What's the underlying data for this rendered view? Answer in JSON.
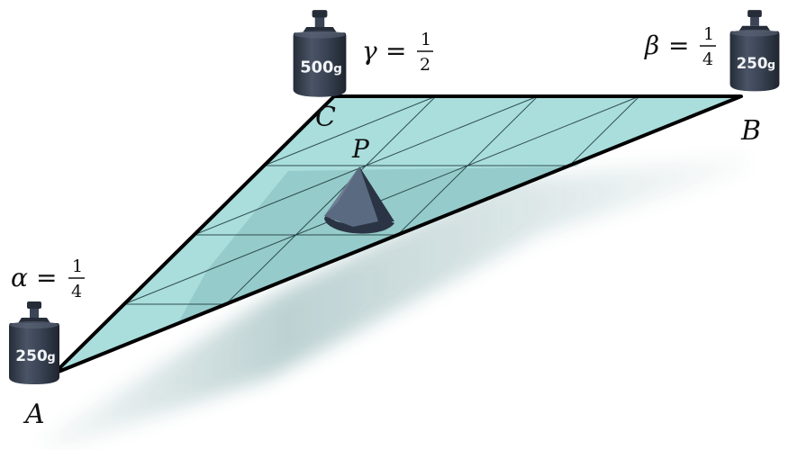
{
  "vertices": [
    {
      "id": "A",
      "label": "A"
    },
    {
      "id": "B",
      "label": "B"
    },
    {
      "id": "C",
      "label": "C"
    }
  ],
  "point": {
    "label": "P"
  },
  "weights": [
    {
      "vertex": "A",
      "mass_text": "250",
      "unit": "g",
      "coef_symbol": "α",
      "coef_num": "1",
      "coef_den": "4"
    },
    {
      "vertex": "C",
      "mass_text": "500",
      "unit": "g",
      "coef_symbol": "γ",
      "coef_num": "1",
      "coef_den": "2"
    },
    {
      "vertex": "B",
      "mass_text": "250",
      "unit": "g",
      "coef_symbol": "β",
      "coef_num": "1",
      "coef_den": "4"
    }
  ],
  "equals": "=",
  "grid_divisions": 4,
  "colors": {
    "plate": "#a9dedd",
    "plate_edge": "#000000",
    "grid_line": "#1d3636",
    "weight_body": "#3b4556",
    "weight_dark": "#262d39",
    "weight_light": "#5b6678",
    "shadow": "#7aa3a5",
    "pivot_light": "#5a6a80",
    "pivot_dark": "#2b3444"
  },
  "icons": {
    "weight": "weight-icon",
    "pivot": "cone-pivot-icon"
  }
}
